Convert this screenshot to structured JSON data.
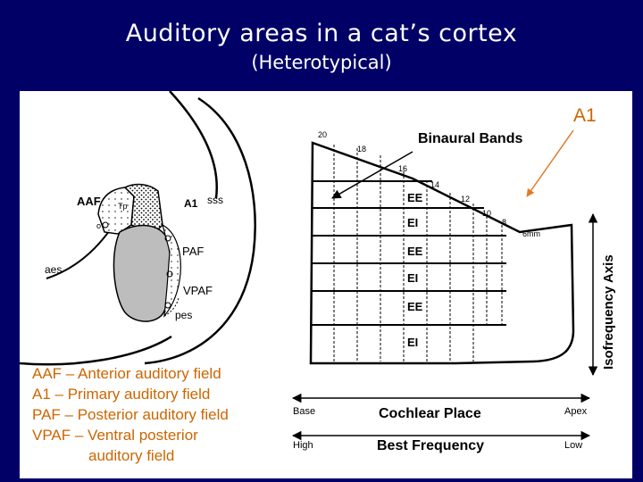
{
  "slide": {
    "title": "Auditory areas in a cat’s cortex",
    "subtitle": "(Heterotypical)"
  },
  "brain_map": {
    "area_labels": {
      "aaf": "AAF",
      "a1": "A1",
      "sss": "sss",
      "paf": "PAF",
      "aes": "aes",
      "vpaf": "VPAF",
      "pes": "pes"
    },
    "small_labels": [
      "Tp",
      "o",
      "o",
      "o",
      "o"
    ]
  },
  "a1_diagram": {
    "callout_label": "A1",
    "binaural_bands_title": "Binaural Bands",
    "band_labels": [
      "EE",
      "EI",
      "EE",
      "EI",
      "EE",
      "EI"
    ],
    "length_labels": [
      "20",
      "18",
      "16",
      "14",
      "12",
      "10",
      "8",
      "6mm"
    ],
    "isofrequency_axis": "Isofrequency Axis",
    "cochlear_place": {
      "left": "Base",
      "center": "Cochlear Place",
      "right": "Apex"
    },
    "best_frequency": {
      "left": "High",
      "center": "Best Frequency",
      "right": "Low"
    }
  },
  "legend": {
    "items": [
      "AAF – Anterior auditory field",
      "A1 – Primary auditory field",
      "PAF – Posterior auditory field",
      "VPAF – Ventral posterior"
    ],
    "continuation": "auditory field"
  },
  "colors": {
    "background": "#000066",
    "legend_text": "#cc6600",
    "callout_arrow": "#e07a2a"
  }
}
